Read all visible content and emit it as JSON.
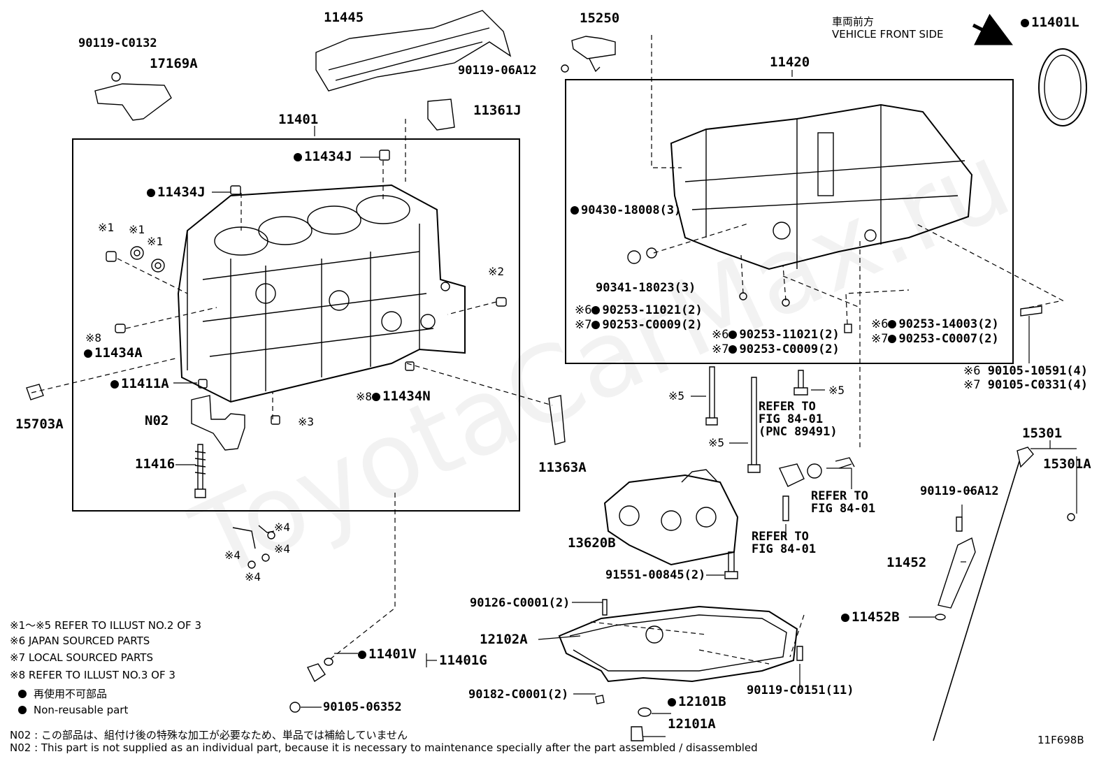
{
  "watermark": "ToyotaCarMax.ru",
  "front_side": {
    "jp": "車両前方",
    "en": "VEHICLE FRONT SIDE"
  },
  "figure_code": "11F698B",
  "boxes": {
    "block": "11401",
    "upper_pan": "11420"
  },
  "labels": {
    "p11445": "11445",
    "p15250": "15250",
    "p90119_c0132": "90119-C0132",
    "p17169a": "17169A",
    "p90119_06a12_top": "90119-06A12",
    "p11361j": "11361J",
    "p11434j_a": "11434J",
    "p11434j_b": "11434J",
    "p11401l": "11401L",
    "p90430": "90430-18008(3)",
    "p90341": "90341-18023(3)",
    "p90253_11021_a": "90253-11021(2)",
    "p90253_c0009_a": "90253-C0009(2)",
    "p90253_11021_b": "90253-11021(2)",
    "p90253_c0009_b": "90253-C0009(2)",
    "p90253_14003": "90253-14003(2)",
    "p90253_c0007": "90253-C0007(2)",
    "p90105_10591": "90105-10591(4)",
    "p90105_c0331": "90105-C0331(4)",
    "p11434a": "11434A",
    "p11411a": "11411A",
    "p11434n": "11434N",
    "p15703a": "15703A",
    "n02": "N02",
    "p11416": "11416",
    "p11363a": "11363A",
    "p13620b": "13620B",
    "p91551": "91551-00845(2)",
    "refer_a": "REFER TO\nFIG 84-01\n(PNC 89491)",
    "refer_b": "REFER TO\nFIG 84-01",
    "refer_c": "REFER TO\nFIG 84-01",
    "p15301": "15301",
    "p15301a": "15301A",
    "p90119_06a12_right": "90119-06A12",
    "p11452": "11452",
    "p11452b": "11452B",
    "p90126": "90126-C0001(2)",
    "p12102a": "12102A",
    "p11401v": "11401V",
    "p11401g": "11401G",
    "p90105_06352": "90105-06352",
    "p90182": "90182-C0001(2)",
    "p12101b": "12101B",
    "p12101a": "12101A",
    "p90119_c0151": "90119-C0151(11)"
  },
  "marks": {
    "m1": "※1",
    "m2": "※2",
    "m3": "※3",
    "m4": "※4",
    "m5": "※5",
    "m6": "※6",
    "m7": "※7",
    "m8": "※8"
  },
  "legend": {
    "l1": "※1～※5  REFER TO ILLUST NO.2 OF 3",
    "l6": "※6 JAPAN SOURCED PARTS",
    "l7": "※7 LOCAL SOURCED PARTS",
    "l8": "※8 REFER TO ILLUST NO.3 OF 3",
    "dot_jp": "再使用不可部品",
    "dot_en": "Non-reusable part"
  },
  "footnotes": {
    "jp": "N02 : この部品は、組付け後の特殊な加工が必要なため、単品では補給していません",
    "en": "N02 : This part is not supplied as an individual part, because it is necessary to maintenance specially after the part assembled / disassembled"
  }
}
